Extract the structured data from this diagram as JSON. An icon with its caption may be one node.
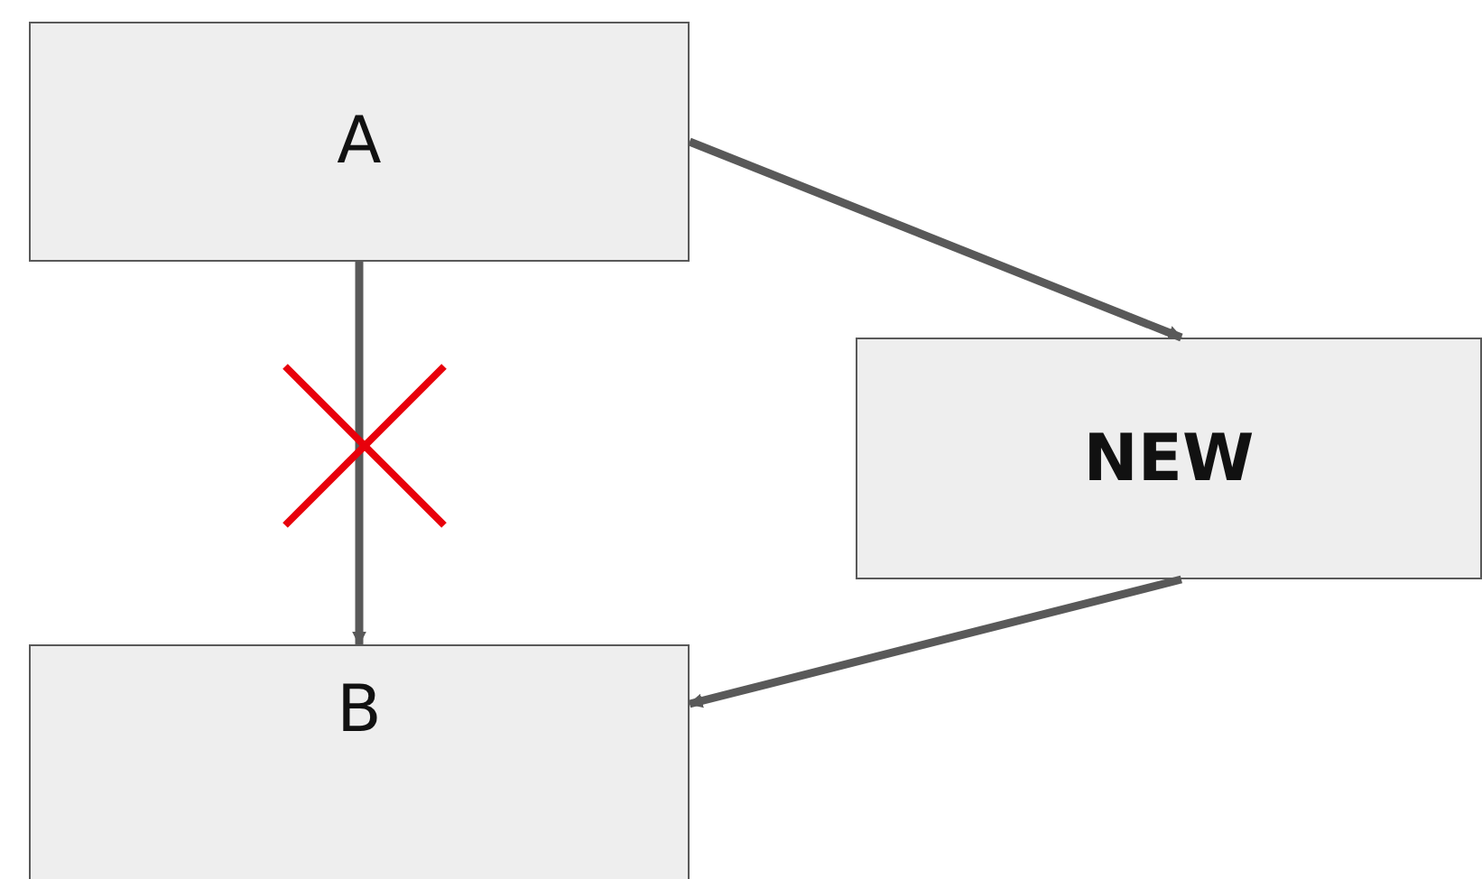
{
  "diagram": {
    "nodes": [
      {
        "text": [
          "A"
        ]
      },
      {
        "text": [
          "NEW"
        ]
      },
      {
        "text": [
          "B"
        ]
      }
    ],
    "edges": [
      {
        "from": 0,
        "to": 2,
        "arrow": "to"
      },
      {
        "from": 0,
        "to": 1,
        "arrow": "to"
      },
      {
        "from": 1,
        "to": 2,
        "arrow": "to"
      }
    ]
  }
}
